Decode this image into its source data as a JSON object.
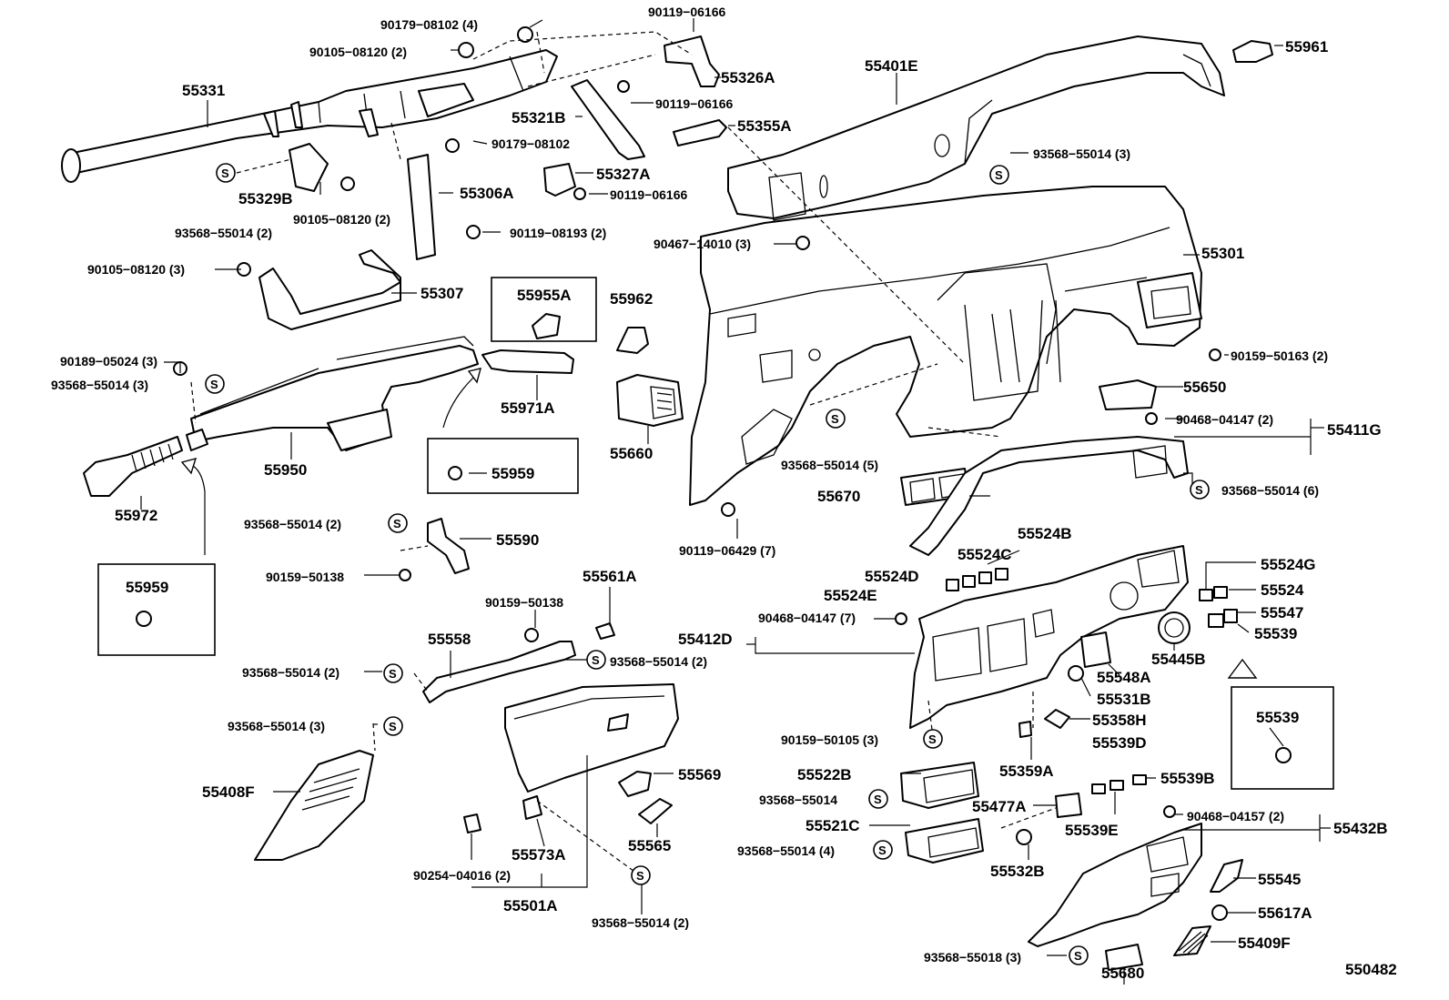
{
  "diagram_id": "550482",
  "symbol": "S",
  "labels": {
    "l55331": "55331",
    "l90179_08102_4": "90179−08102 (4)",
    "l90105_08120_2a": "90105−08120 (2)",
    "l90119_06166a": "90119−06166",
    "l55326A": "55326A",
    "l90119_06166b": "90119−06166",
    "l55321B": "55321B",
    "l55355A": "55355A",
    "l55401E": "55401E",
    "l55961": "55961",
    "l90179_08102": "90179−08102",
    "l55327A": "55327A",
    "l90119_06166c": "90119−06166",
    "l55329B": "55329B",
    "l90105_08120_2b": "90105−08120 (2)",
    "l93568_55014_2a": "93568−55014 (2)",
    "l55306A": "55306A",
    "l90119_08193_2": "90119−08193 (2)",
    "l93568_55014_3a": "93568−55014 (3)",
    "l90467_14010_3": "90467−14010 (3)",
    "l55301": "55301",
    "l90105_08120_3": "90105−08120 (3)",
    "l55307": "55307",
    "l55955A": "55955A",
    "l55962": "55962",
    "l90159_50163_2": "90159−50163 (2)",
    "l90189_05024_3": "90189−05024 (3)",
    "l93568_55014_3b": "93568−55014 (3)",
    "l55971A": "55971A",
    "l55650": "55650",
    "l90468_04147_2": "90468−04147 (2)",
    "l55411G": "55411G",
    "l55660": "55660",
    "l55950": "55950",
    "l93568_55014_5": "93568−55014 (5)",
    "l93568_55014_6": "93568−55014 (6)",
    "l55959a": "55959",
    "l55670": "55670",
    "l55972": "55972",
    "l93568_55014_2b": "93568−55014 (2)",
    "l55590": "55590",
    "l90119_06429_7": "90119−06429 (7)",
    "l55524B": "55524B",
    "l55524C": "55524C",
    "l55524D": "55524D",
    "l55524E": "55524E",
    "l55959b": "55959",
    "l90159_50138a": "90159−50138",
    "l55561A": "55561A",
    "l90159_50138b": "90159−50138",
    "l55524G": "55524G",
    "l55524": "55524",
    "l90468_04147_7": "90468−04147 (7)",
    "l55547": "55547",
    "l55412D": "55412D",
    "l55558": "55558",
    "l93568_55014_2c": "93568−55014 (2)",
    "l55539a": "55539",
    "l55445B": "55445B",
    "l93568_55014_2d": "93568−55014 (2)",
    "l55548A": "55548A",
    "l55531B": "55531B",
    "l93568_55014_3c": "93568−55014 (3)",
    "l55539b": "55539",
    "l55358H": "55358H",
    "l90159_50105_3": "90159−50105 (3)",
    "l55539D": "55539D",
    "l55569": "55569",
    "l55522B": "55522B",
    "l55359A": "55359A",
    "l55539B": "55539B",
    "l55408F": "55408F",
    "l93568_55014_a": "93568−55014",
    "l55477A": "55477A",
    "l55565": "55565",
    "l55521C": "55521C",
    "l55539E": "55539E",
    "l90468_04157_2": "90468−04157 (2)",
    "l55432B": "55432B",
    "l55573A": "55573A",
    "l93568_55014_4": "93568−55014 (4)",
    "l90254_04016_2": "90254−04016 (2)",
    "l55532B": "55532B",
    "l55545": "55545",
    "l55501A": "55501A",
    "l55617A": "55617A",
    "l93568_55014_2e": "93568−55014 (2)",
    "l55409F": "55409F",
    "l93568_55018_3": "93568−55018 (3)",
    "l55680": "55680"
  }
}
